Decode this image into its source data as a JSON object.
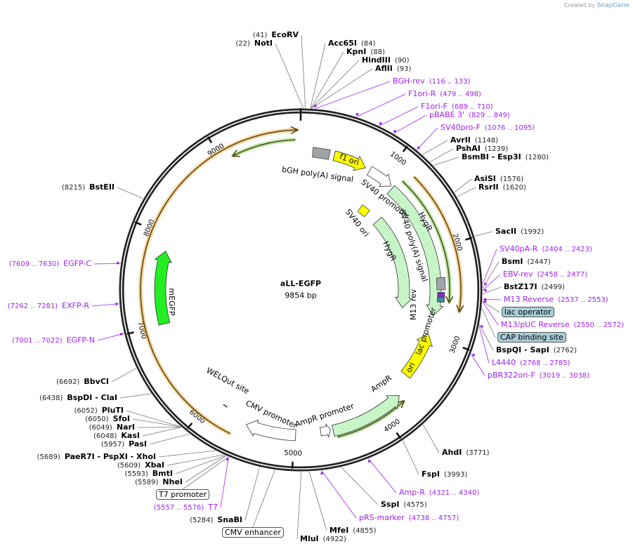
{
  "credit": {
    "prefix": "Created by",
    "brand": "SnapGene"
  },
  "plasmid": {
    "name": "aLL-EGFP",
    "length": "9854 bp",
    "length_bp": 9854
  },
  "colors": {
    "backbone": "#222222",
    "primer": "#a020f0",
    "enzyme": "#000000",
    "orange_feature": "#f5b04a",
    "green_feature": "#4cae2b",
    "hygr": "#c8f5c8",
    "egfp": "#22ee22",
    "ori": "#ffff00",
    "teal_box": "#a9cdd6"
  },
  "ticks": [
    "1000",
    "2000",
    "3000",
    "4000",
    "5000",
    "6000",
    "7000",
    "8000",
    "9000"
  ],
  "enzymes": [
    {
      "name": "EcoRV",
      "pos": 41
    },
    {
      "name": "NotI",
      "pos": 22
    },
    {
      "name": "Acc65I",
      "pos": 84
    },
    {
      "name": "KpnI",
      "pos": 88
    },
    {
      "name": "HindIII",
      "pos": 90
    },
    {
      "name": "AflII",
      "pos": 93
    },
    {
      "name": "AvrII",
      "pos": 1148
    },
    {
      "name": "PshAI",
      "pos": 1239
    },
    {
      "name": "BsmBI   - Esp3I",
      "pos": 1280
    },
    {
      "name": "AsiSI",
      "pos": 1576
    },
    {
      "name": "RsrII",
      "pos": 1620
    },
    {
      "name": "SacII",
      "pos": 1992
    },
    {
      "name": "BsmI",
      "pos": 2447
    },
    {
      "name": "BstZ17I",
      "pos": 2499
    },
    {
      "name": "BspQI   - SapI",
      "pos": 2762
    },
    {
      "name": "AhdI",
      "pos": 3771
    },
    {
      "name": "FspI",
      "pos": 3993
    },
    {
      "name": "SspI",
      "pos": 4575
    },
    {
      "name": "MfeI",
      "pos": 4855
    },
    {
      "name": "MluI",
      "pos": 4922
    },
    {
      "name": "SnaBI",
      "pos": 5284
    },
    {
      "name": "NheI",
      "pos": 5589
    },
    {
      "name": "BmtI",
      "pos": 5593
    },
    {
      "name": "XbaI",
      "pos": 5609
    },
    {
      "name": "PaeR7I   - PspXI   - XhoI",
      "pos": 5689
    },
    {
      "name": "PasI",
      "pos": 5957
    },
    {
      "name": "KasI",
      "pos": 6048
    },
    {
      "name": "NarI",
      "pos": 6049
    },
    {
      "name": "SfoI",
      "pos": 6050
    },
    {
      "name": "PluTI",
      "pos": 6052
    },
    {
      "name": "BspDI   - ClaI",
      "pos": 6438
    },
    {
      "name": "BbvCI",
      "pos": 6692
    },
    {
      "name": "BstEII",
      "pos": 8215
    }
  ],
  "primers": [
    {
      "name": "BGH-rev",
      "range": "(116 .. 133)",
      "pos": 124
    },
    {
      "name": "F1ori-R",
      "range": "(479 .. 498)",
      "pos": 488
    },
    {
      "name": "F1ori-F",
      "range": "(689 .. 710)",
      "pos": 700
    },
    {
      "name": "pBABE 3'",
      "range": "(829 .. 849)",
      "pos": 839
    },
    {
      "name": "SV40pro-F",
      "range": "(1076 .. 1095)",
      "pos": 1085
    },
    {
      "name": "SV40pA-R",
      "range": "(2404 .. 2423)",
      "pos": 2413
    },
    {
      "name": "EBV-rev",
      "range": "(2458 .. 2477)",
      "pos": 2467
    },
    {
      "name": "M13 Reverse",
      "range": "(2537 .. 2553)",
      "pos": 2545
    },
    {
      "name": "M13/pUC Reverse",
      "range": "(2550 .. 2572)",
      "pos": 2561
    },
    {
      "name": "L4440",
      "range": "(2768 .. 2785)",
      "pos": 2776
    },
    {
      "name": "pBR322ori-F",
      "range": "(3019 .. 3038)",
      "pos": 3028
    },
    {
      "name": "Amp-R",
      "range": "(4321 .. 4340)",
      "pos": 4330
    },
    {
      "name": "pRS-marker",
      "range": "(4738 .. 4757)",
      "pos": 4747
    },
    {
      "name": "T7",
      "range": "(5557 .. 5576)",
      "pos": 5566
    },
    {
      "name": "EGFP-C",
      "range": "(7609 .. 7630)",
      "pos": 7619
    },
    {
      "name": "EXFP-R",
      "range": "(7262 .. 7281)",
      "pos": 7271
    },
    {
      "name": "EGFP-N",
      "range": "(7001 .. 7022)",
      "pos": 7011
    }
  ],
  "boxed_features": [
    {
      "name": "lac operator",
      "pos": 2560
    },
    {
      "name": "CAP binding site",
      "pos": 2620
    },
    {
      "name": "T7 promoter",
      "pos": 5566
    },
    {
      "name": "CMV enhancer",
      "pos": 5150
    }
  ],
  "features": [
    {
      "name": "f1 ori"
    },
    {
      "name": "bGH poly(A) signal"
    },
    {
      "name": "SV40 promoter"
    },
    {
      "name": "HygR"
    },
    {
      "name": "SV40 ori"
    },
    {
      "name": "HygR"
    },
    {
      "name": "SV40 poly(A) signal"
    },
    {
      "name": "M13 rev"
    },
    {
      "name": "lac promoter"
    },
    {
      "name": "ori"
    },
    {
      "name": "AmpR"
    },
    {
      "name": "AmpR promoter"
    },
    {
      "name": "CMV promoter"
    },
    {
      "name": "WELQut site"
    },
    {
      "name": "mEGFP"
    }
  ]
}
